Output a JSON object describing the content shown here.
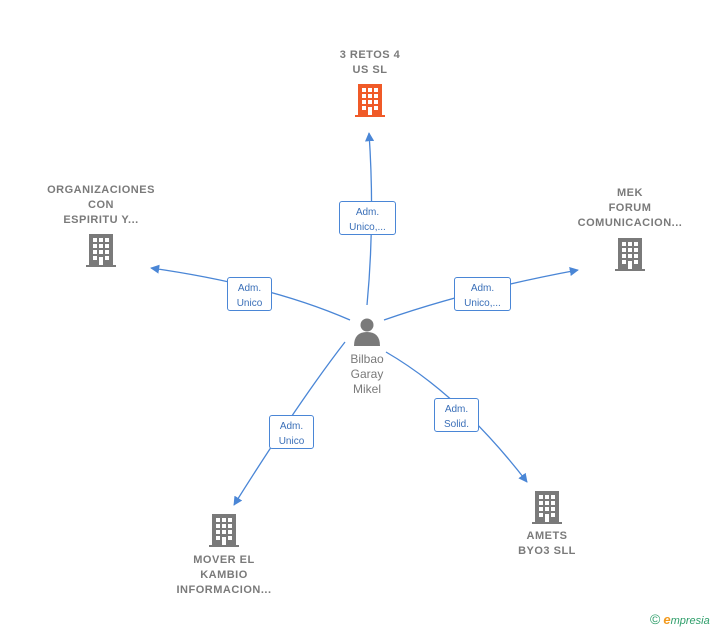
{
  "center": {
    "name_lines": [
      "Bilbao",
      "Garay",
      "Mikel"
    ],
    "icon": "person-icon"
  },
  "companies": [
    {
      "id": "retos",
      "lines": [
        "3 RETOS 4",
        "US  SL"
      ],
      "color": "#f05a28",
      "icon": "building-icon"
    },
    {
      "id": "organizaciones",
      "lines": [
        "ORGANIZACIONES",
        "CON",
        "ESPIRITU Y..."
      ],
      "color": "#7a7a7a",
      "icon": "building-icon"
    },
    {
      "id": "mek",
      "lines": [
        "MEK",
        "FORUM",
        "COMUNICACION..."
      ],
      "color": "#7a7a7a",
      "icon": "building-icon"
    },
    {
      "id": "mover",
      "lines": [
        "MOVER EL",
        "KAMBIO",
        "INFORMACION..."
      ],
      "color": "#7a7a7a",
      "icon": "building-icon"
    },
    {
      "id": "amets",
      "lines": [
        "AMETS",
        "BYO3  SLL"
      ],
      "color": "#7a7a7a",
      "icon": "building-icon"
    }
  ],
  "relations": [
    {
      "to": "retos",
      "lines": [
        "Adm.",
        "Unico,..."
      ]
    },
    {
      "to": "organizaciones",
      "lines": [
        "Adm.",
        "Unico"
      ]
    },
    {
      "to": "mek",
      "lines": [
        "Adm.",
        "Unico,..."
      ]
    },
    {
      "to": "mover",
      "lines": [
        "Adm.",
        "Unico"
      ]
    },
    {
      "to": "amets",
      "lines": [
        "Adm.",
        "Solid."
      ]
    }
  ],
  "colors": {
    "edge": "#4a86d6",
    "building_grey": "#7a7a7a",
    "building_main": "#f05a28"
  },
  "brand": {
    "copyright": "©",
    "initial": "e",
    "rest": "mpresia"
  }
}
